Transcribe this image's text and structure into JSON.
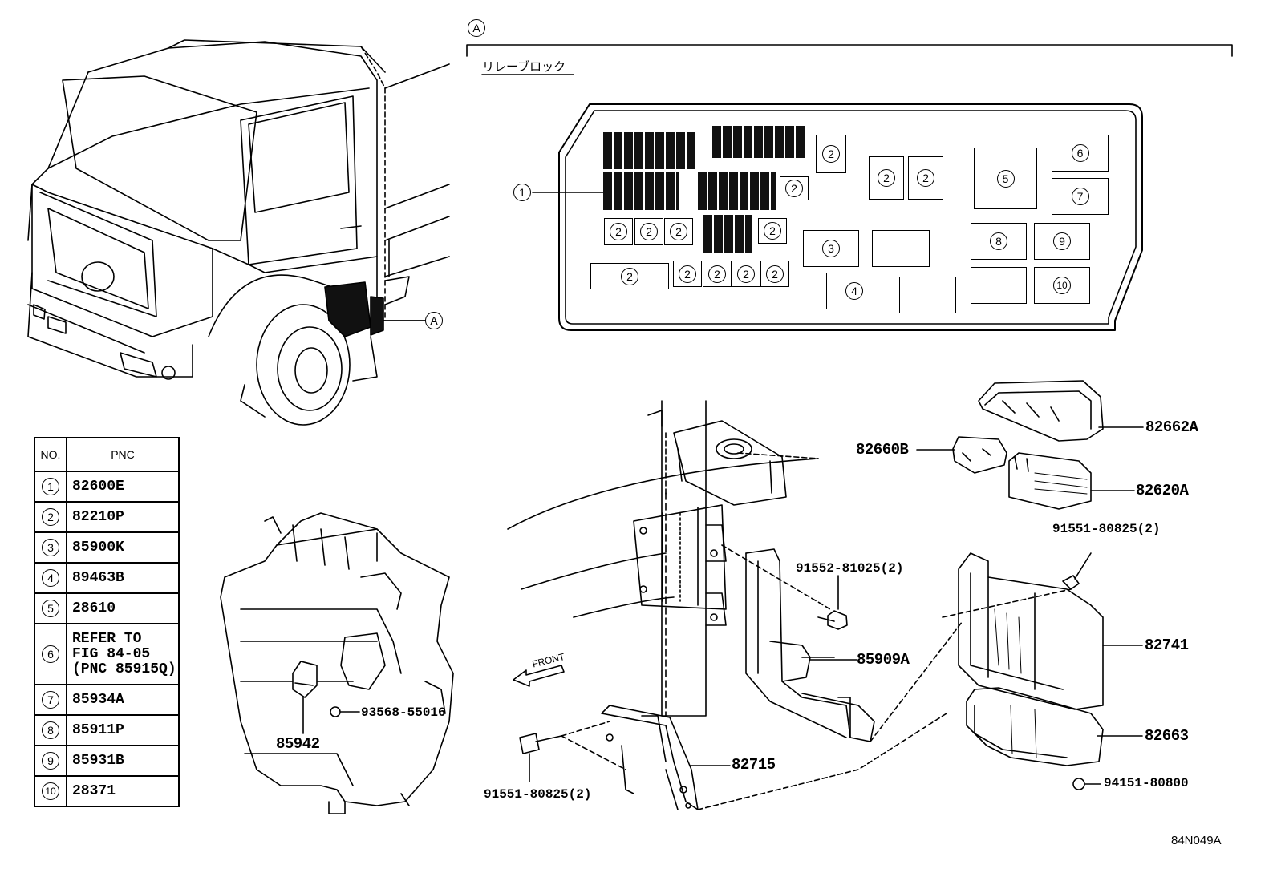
{
  "callout_a": "A",
  "relay_block_title": "リレーブロック",
  "figure_code": "84N049A",
  "front_label": "FRONT",
  "table": {
    "header_no": "NO.",
    "header_pnc": "PNC",
    "rows": [
      {
        "no": "1",
        "pnc": "82600E"
      },
      {
        "no": "2",
        "pnc": "82210P"
      },
      {
        "no": "3",
        "pnc": "85900K"
      },
      {
        "no": "4",
        "pnc": "89463B"
      },
      {
        "no": "5",
        "pnc": "28610"
      },
      {
        "no": "6",
        "pnc_lines": [
          "REFER TO",
          "FIG 84-05",
          "(PNC 85915Q)"
        ]
      },
      {
        "no": "7",
        "pnc": "85934A"
      },
      {
        "no": "8",
        "pnc": "85911P"
      },
      {
        "no": "9",
        "pnc": "85931B"
      },
      {
        "no": "10",
        "pnc": "28371"
      }
    ]
  },
  "relay_markers": {
    "m1": "1",
    "m2": "2",
    "m3": "3",
    "m4": "4",
    "m5": "5",
    "m6": "6",
    "m7": "7",
    "m8": "8",
    "m9": "9",
    "m10": "10"
  },
  "parts": {
    "p82662A": "82662A",
    "p82660B": "82660B",
    "p82620A": "82620A",
    "p91551_top": "91551-80825(2)",
    "p91552": "91552-81025(2)",
    "p85909A": "85909A",
    "p82741": "82741",
    "p82663": "82663",
    "p82715": "82715",
    "p91551_bottom": "91551-80825(2)",
    "p94151": "94151-80800",
    "p93568": "93568-55016",
    "p85942": "85942"
  }
}
